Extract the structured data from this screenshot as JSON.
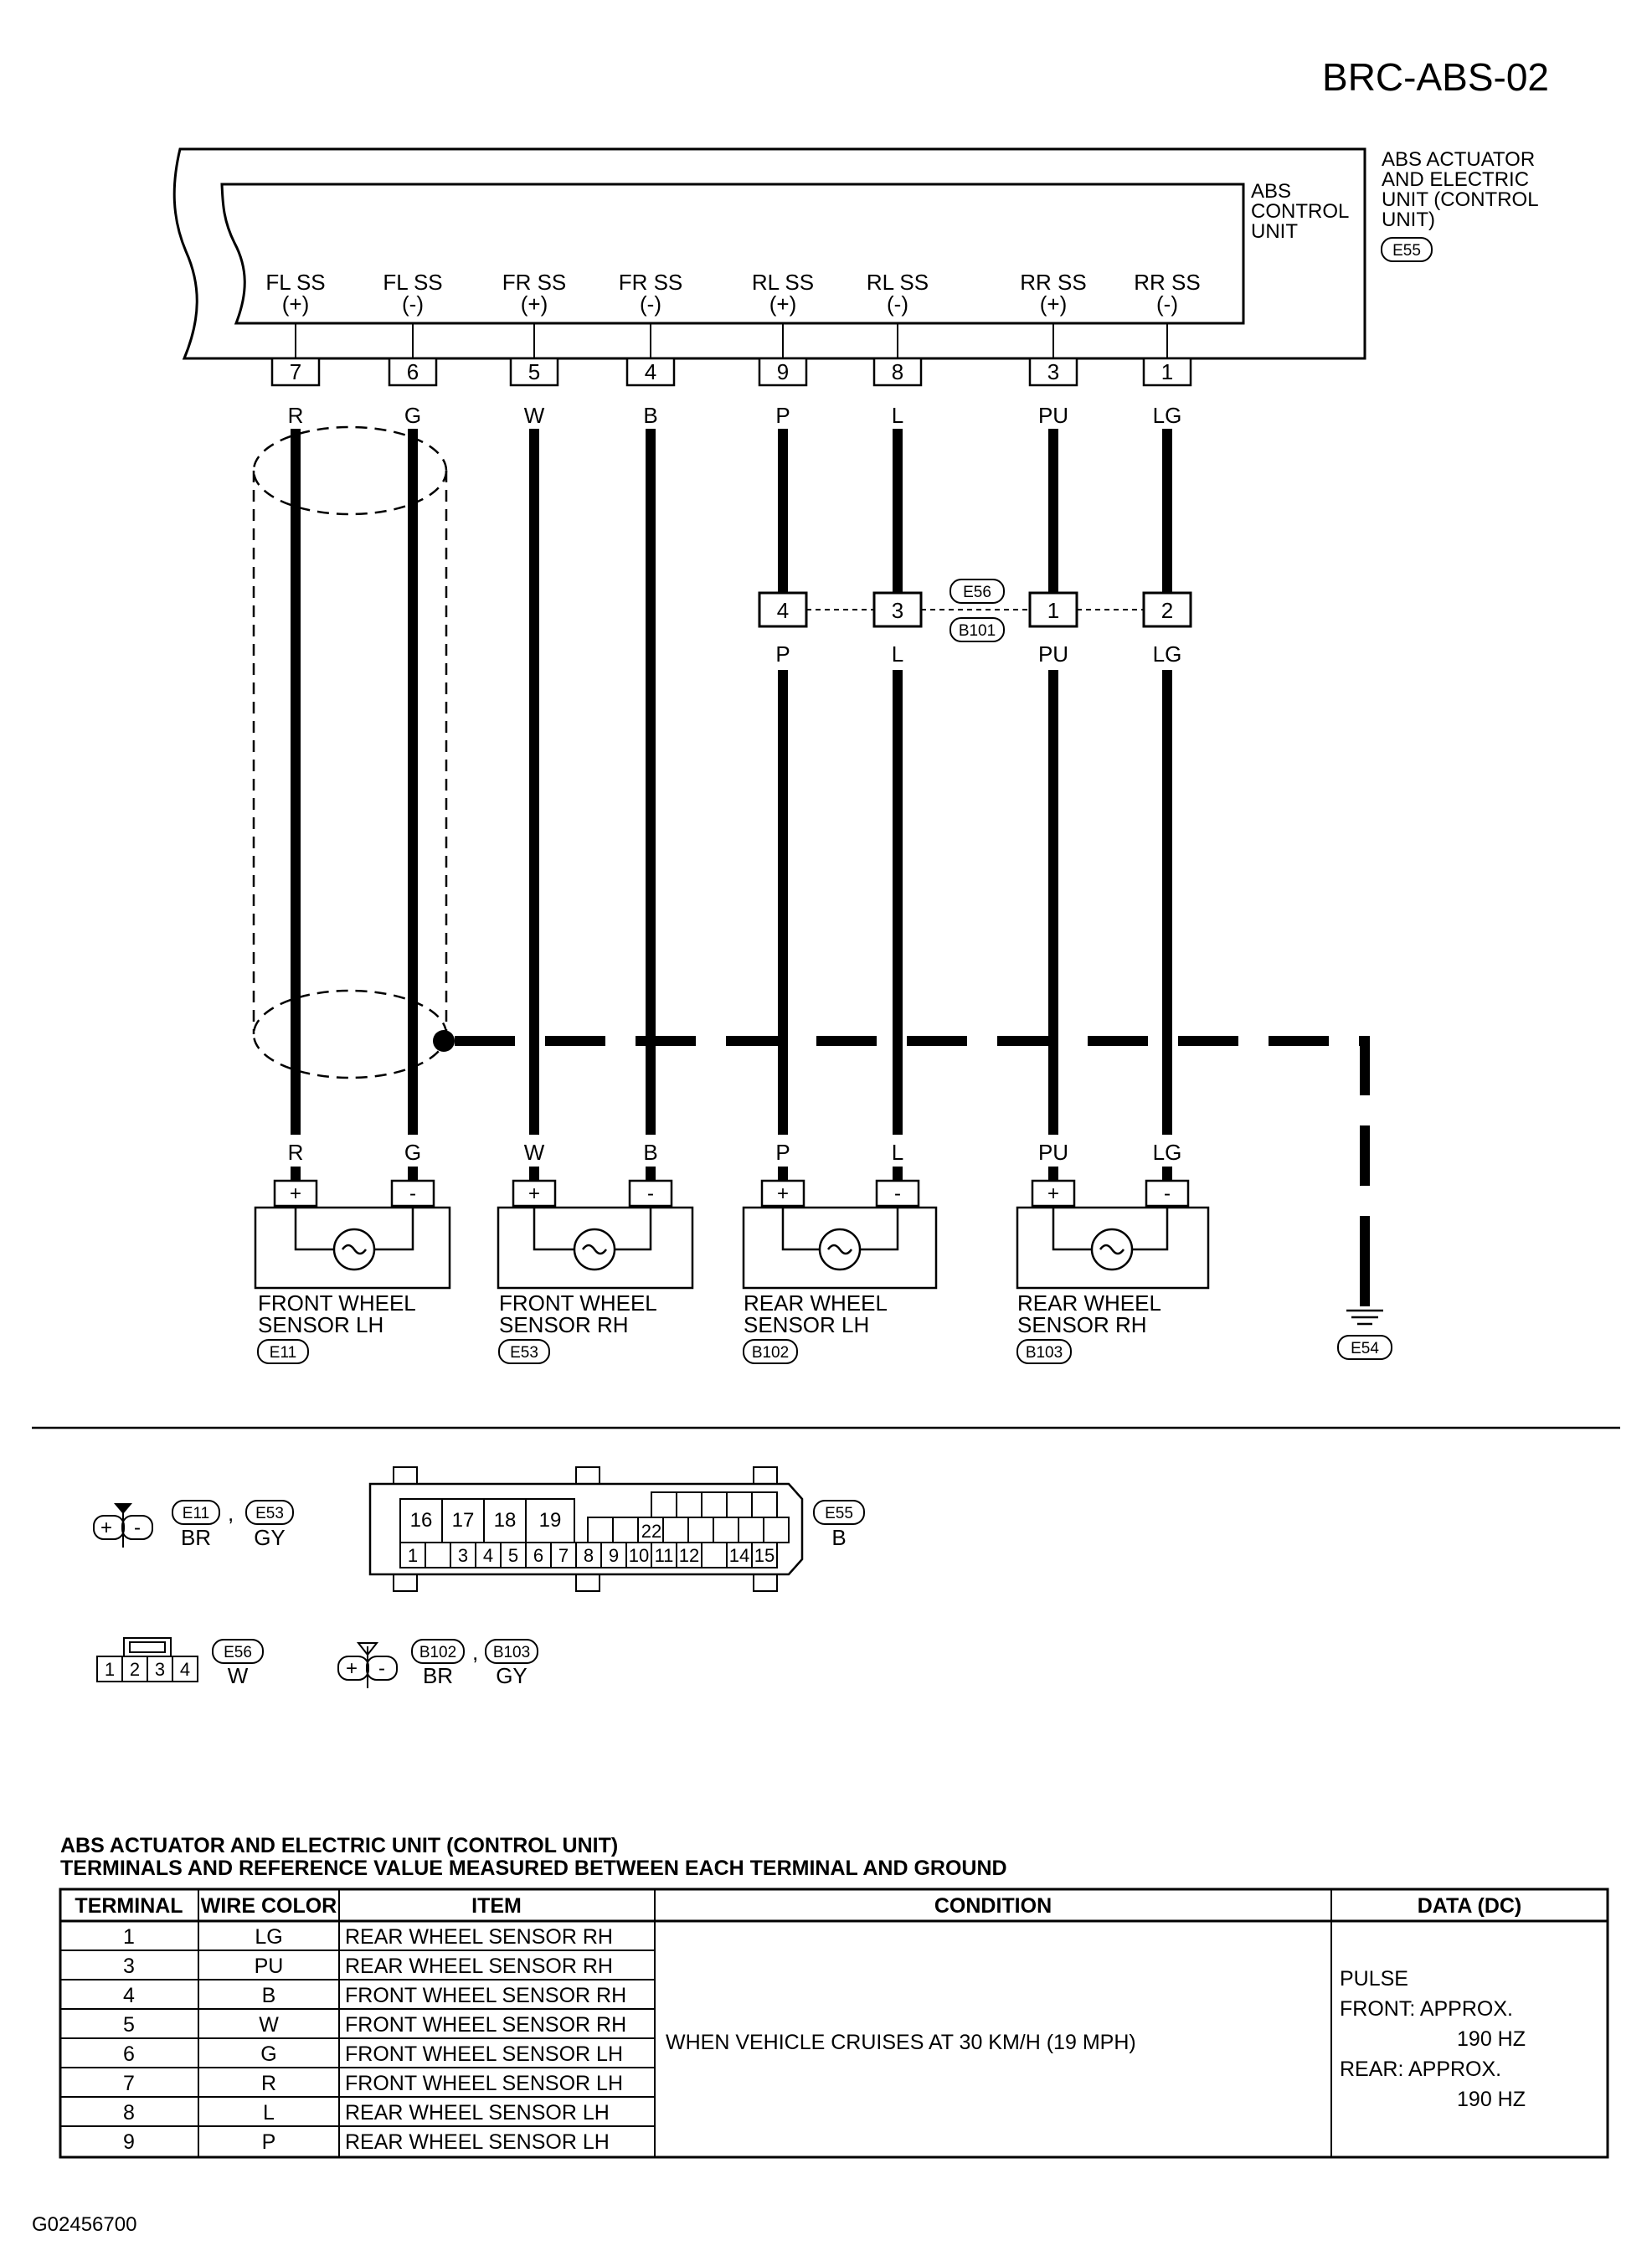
{
  "page_id": "BRC-ABS-02",
  "figure_id": "G02456700",
  "actuator_unit": {
    "label_lines": [
      "ABS ACTUATOR",
      "AND ELECTRIC",
      "UNIT (CONTROL",
      "UNIT)"
    ],
    "connector": "E55"
  },
  "control_unit": {
    "label_lines": [
      "ABS",
      "CONTROL",
      "UNIT"
    ]
  },
  "terminals": [
    {
      "name": "FL SS",
      "polarity": "(+)",
      "pin": "7",
      "wire": "R"
    },
    {
      "name": "FL SS",
      "polarity": "(-)",
      "pin": "6",
      "wire": "G"
    },
    {
      "name": "FR SS",
      "polarity": "(+)",
      "pin": "5",
      "wire": "W"
    },
    {
      "name": "FR SS",
      "polarity": "(-)",
      "pin": "4",
      "wire": "B"
    },
    {
      "name": "RL SS",
      "polarity": "(+)",
      "pin": "9",
      "wire": "P"
    },
    {
      "name": "RL SS",
      "polarity": "(-)",
      "pin": "8",
      "wire": "L"
    },
    {
      "name": "RR SS",
      "polarity": "(+)",
      "pin": "3",
      "wire": "PU"
    },
    {
      "name": "RR SS",
      "polarity": "(-)",
      "pin": "1",
      "wire": "LG"
    }
  ],
  "junction": {
    "codes": [
      "E56",
      "B101"
    ],
    "pins": [
      "4",
      "3",
      "1",
      "2"
    ],
    "wires_below": [
      "P",
      "L",
      "PU",
      "LG"
    ]
  },
  "sensor_wires": [
    "R",
    "G",
    "W",
    "B",
    "P",
    "L",
    "PU",
    "LG"
  ],
  "sensors": [
    {
      "lines": [
        "FRONT WHEEL",
        "SENSOR LH"
      ],
      "connector": "E11"
    },
    {
      "lines": [
        "FRONT WHEEL",
        "SENSOR RH"
      ],
      "connector": "E53"
    },
    {
      "lines": [
        "REAR WHEEL",
        "SENSOR LH"
      ],
      "connector": "B102"
    },
    {
      "lines": [
        "REAR WHEEL",
        "SENSOR RH"
      ],
      "connector": "B103"
    }
  ],
  "ground_connector": "E54",
  "connector_views": {
    "front_sensor": {
      "codes": [
        "E11",
        "E53"
      ],
      "colors": [
        "BR",
        "GY"
      ]
    },
    "e55": {
      "code": "E55",
      "color": "B",
      "top_pins": [
        "16",
        "17",
        "18",
        "19",
        "22"
      ],
      "bottom_pins": [
        "1",
        "3",
        "4",
        "5",
        "6",
        "7",
        "8",
        "9",
        "10",
        "11",
        "12",
        "14",
        "15"
      ]
    },
    "e56": {
      "code": "E56",
      "color": "W",
      "pins": [
        "1",
        "2",
        "3",
        "4"
      ]
    },
    "rear_sensor": {
      "codes": [
        "B102",
        "B103"
      ],
      "colors": [
        "BR",
        "GY"
      ]
    }
  },
  "table": {
    "title_lines": [
      "ABS ACTUATOR AND ELECTRIC UNIT (CONTROL UNIT)",
      "TERMINALS AND REFERENCE VALUE MEASURED BETWEEN EACH TERMINAL AND GROUND"
    ],
    "headers": [
      "TERMINAL",
      "WIRE COLOR",
      "ITEM",
      "CONDITION",
      "DATA (DC)"
    ],
    "rows": [
      {
        "terminal": "1",
        "wire": "LG",
        "item": "REAR WHEEL SENSOR RH"
      },
      {
        "terminal": "3",
        "wire": "PU",
        "item": "REAR WHEEL SENSOR RH"
      },
      {
        "terminal": "4",
        "wire": "B",
        "item": "FRONT WHEEL SENSOR RH"
      },
      {
        "terminal": "5",
        "wire": "W",
        "item": "FRONT WHEEL SENSOR RH"
      },
      {
        "terminal": "6",
        "wire": "G",
        "item": "FRONT WHEEL SENSOR LH"
      },
      {
        "terminal": "7",
        "wire": "R",
        "item": "FRONT WHEEL SENSOR LH"
      },
      {
        "terminal": "8",
        "wire": "L",
        "item": "REAR WHEEL SENSOR LH"
      },
      {
        "terminal": "9",
        "wire": "P",
        "item": "REAR WHEEL SENSOR LH"
      }
    ],
    "condition": "WHEN VEHICLE CRUISES AT 30 KM/H (19 MPH)",
    "data_lines": [
      "PULSE",
      "FRONT: APPROX.",
      "190 HZ",
      "REAR: APPROX.",
      "190 HZ"
    ]
  }
}
